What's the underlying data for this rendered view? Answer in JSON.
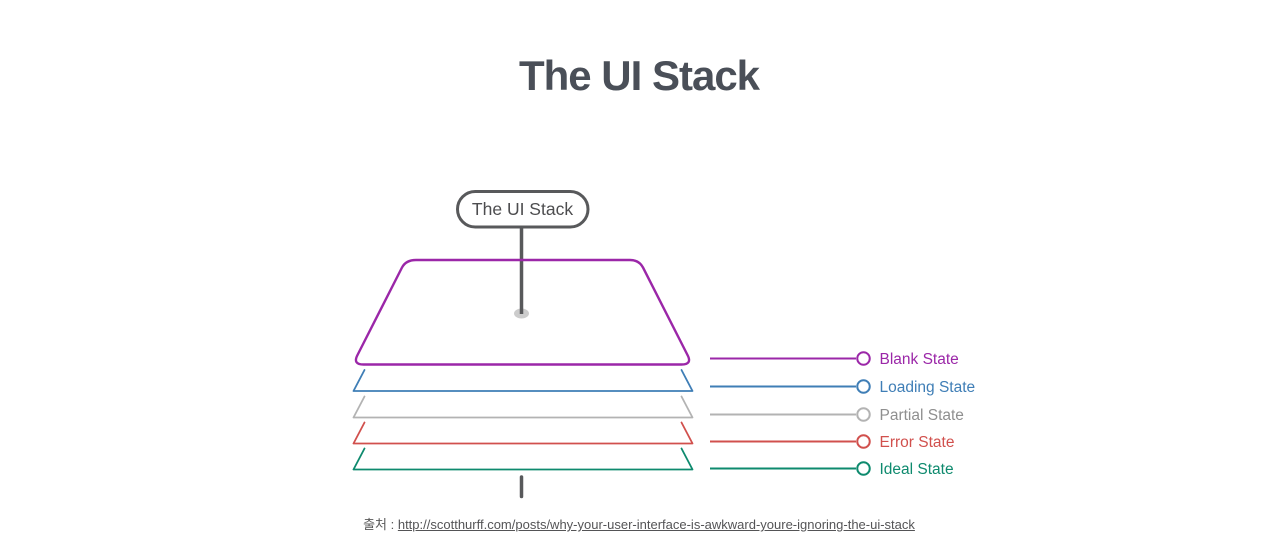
{
  "page": {
    "title": "The UI Stack"
  },
  "diagram": {
    "badge": {
      "label": "The UI Stack",
      "border_color": "#58595b",
      "text_color": "#4d4d4f"
    },
    "pin": {
      "color": "#58595b",
      "dot_color": "#c6c6c7"
    },
    "layers": [
      {
        "id": "blank-state",
        "label": "Blank State",
        "color": "#9b27a8",
        "label_color": "#9b27a8"
      },
      {
        "id": "loading-state",
        "label": "Loading State",
        "color": "#3f7eb6",
        "label_color": "#3f7eb6"
      },
      {
        "id": "partial-state",
        "label": "Partial State",
        "color": "#b3b3b3",
        "label_color": "#8f8f8f"
      },
      {
        "id": "error-state",
        "label": "Error State",
        "color": "#d1504d",
        "label_color": "#d1504d"
      },
      {
        "id": "ideal-state",
        "label": "Ideal State",
        "color": "#0e8a6e",
        "label_color": "#0e8a6e"
      }
    ]
  },
  "footer": {
    "source_prefix": "출처 : ",
    "source_url": "http://scotthurff.com/posts/why-your-user-interface-is-awkward-youre-ignoring-the-ui-stack"
  }
}
